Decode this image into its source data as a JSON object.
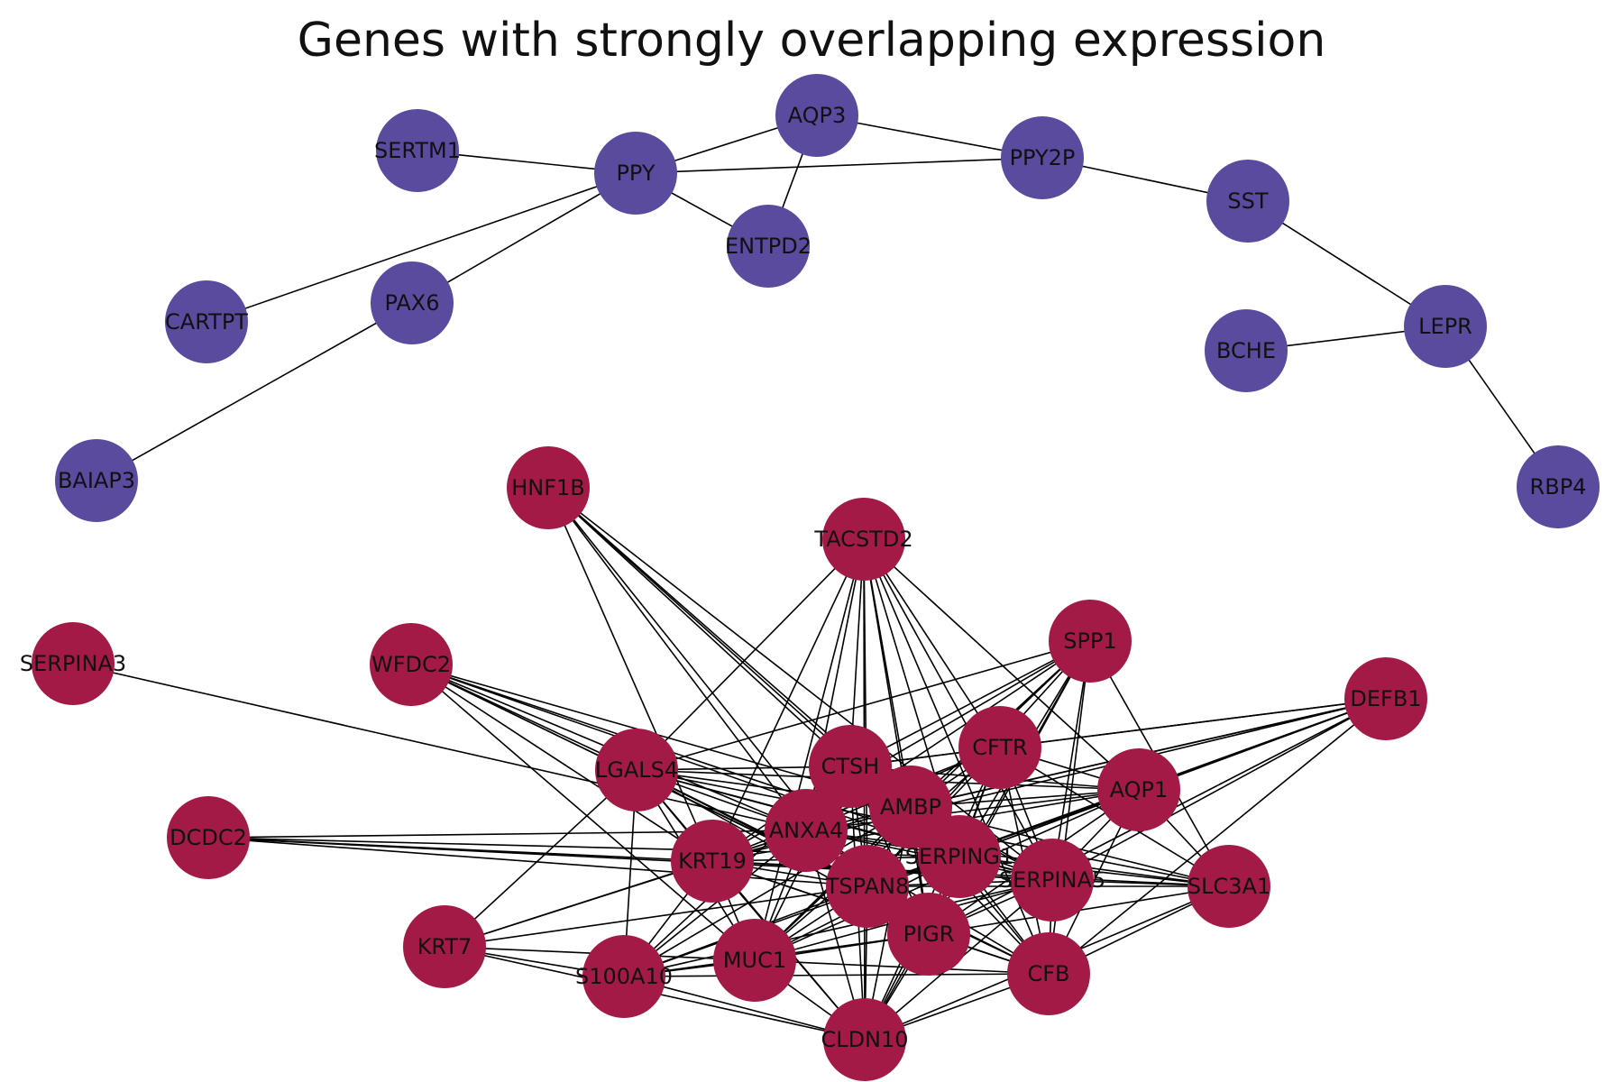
{
  "title": "Genes with strongly overlapping expression",
  "colors": {
    "cluster_blue": "#5a4b9f",
    "cluster_red": "#a31a46",
    "edge": "#000000",
    "background": "#ffffff"
  },
  "nodes": [
    {
      "id": "SERTM1",
      "cluster": "blue"
    },
    {
      "id": "PPY",
      "cluster": "blue"
    },
    {
      "id": "AQP3",
      "cluster": "blue"
    },
    {
      "id": "PPY2P",
      "cluster": "blue"
    },
    {
      "id": "SST",
      "cluster": "blue"
    },
    {
      "id": "ENTPD2",
      "cluster": "blue"
    },
    {
      "id": "CARTPT",
      "cluster": "blue"
    },
    {
      "id": "PAX6",
      "cluster": "blue"
    },
    {
      "id": "LEPR",
      "cluster": "blue"
    },
    {
      "id": "BCHE",
      "cluster": "blue"
    },
    {
      "id": "BAIAP3",
      "cluster": "blue"
    },
    {
      "id": "RBP4",
      "cluster": "blue"
    },
    {
      "id": "HNF1B",
      "cluster": "red"
    },
    {
      "id": "TACSTD2",
      "cluster": "red"
    },
    {
      "id": "SPP1",
      "cluster": "red"
    },
    {
      "id": "SERPINA3",
      "cluster": "red"
    },
    {
      "id": "WFDC2",
      "cluster": "red"
    },
    {
      "id": "DEFB1",
      "cluster": "red"
    },
    {
      "id": "LGALS4",
      "cluster": "red"
    },
    {
      "id": "CTSH",
      "cluster": "red"
    },
    {
      "id": "CFTR",
      "cluster": "red"
    },
    {
      "id": "AQP1",
      "cluster": "red"
    },
    {
      "id": "AMBP",
      "cluster": "red"
    },
    {
      "id": "ANXA4",
      "cluster": "red"
    },
    {
      "id": "DCDC2",
      "cluster": "red"
    },
    {
      "id": "SERPING1",
      "cluster": "red"
    },
    {
      "id": "KRT19",
      "cluster": "red"
    },
    {
      "id": "SERPINA5",
      "cluster": "red"
    },
    {
      "id": "SLC3A1",
      "cluster": "red"
    },
    {
      "id": "TSPAN8",
      "cluster": "red"
    },
    {
      "id": "PIGR",
      "cluster": "red"
    },
    {
      "id": "KRT7",
      "cluster": "red"
    },
    {
      "id": "MUC1",
      "cluster": "red"
    },
    {
      "id": "S100A10",
      "cluster": "red"
    },
    {
      "id": "CFB",
      "cluster": "red"
    },
    {
      "id": "CLDN10",
      "cluster": "red"
    }
  ],
  "edges": [
    [
      "SERTM1",
      "PPY"
    ],
    [
      "PPY",
      "AQP3"
    ],
    [
      "PPY",
      "PPY2P"
    ],
    [
      "PPY",
      "ENTPD2"
    ],
    [
      "PPY",
      "CARTPT"
    ],
    [
      "PPY",
      "PAX6"
    ],
    [
      "AQP3",
      "ENTPD2"
    ],
    [
      "AQP3",
      "PPY2P"
    ],
    [
      "PPY2P",
      "SST"
    ],
    [
      "SST",
      "LEPR"
    ],
    [
      "LEPR",
      "BCHE"
    ],
    [
      "LEPR",
      "RBP4"
    ],
    [
      "PAX6",
      "BAIAP3"
    ],
    [
      "SERPINA3",
      "ANXA4"
    ],
    [
      "HNF1B",
      "CTSH"
    ],
    [
      "HNF1B",
      "ANXA4"
    ],
    [
      "HNF1B",
      "KRT19"
    ],
    [
      "HNF1B",
      "TSPAN8"
    ],
    [
      "HNF1B",
      "AMBP"
    ],
    [
      "HNF1B",
      "SERPING1"
    ],
    [
      "HNF1B",
      "SERPINA5"
    ],
    [
      "TACSTD2",
      "LGALS4"
    ],
    [
      "TACSTD2",
      "CTSH"
    ],
    [
      "TACSTD2",
      "ANXA4"
    ],
    [
      "TACSTD2",
      "KRT19"
    ],
    [
      "TACSTD2",
      "TSPAN8"
    ],
    [
      "TACSTD2",
      "AMBP"
    ],
    [
      "TACSTD2",
      "SERPING1"
    ],
    [
      "TACSTD2",
      "CFTR"
    ],
    [
      "TACSTD2",
      "AQP1"
    ],
    [
      "TACSTD2",
      "SERPINA5"
    ],
    [
      "TACSTD2",
      "MUC1"
    ],
    [
      "TACSTD2",
      "CLDN10"
    ],
    [
      "TACSTD2",
      "PIGR"
    ],
    [
      "TACSTD2",
      "CFB"
    ],
    [
      "SPP1",
      "LGALS4"
    ],
    [
      "SPP1",
      "CTSH"
    ],
    [
      "SPP1",
      "AMBP"
    ],
    [
      "SPP1",
      "ANXA4"
    ],
    [
      "SPP1",
      "SERPING1"
    ],
    [
      "SPP1",
      "SERPINA5"
    ],
    [
      "SPP1",
      "TSPAN8"
    ],
    [
      "SPP1",
      "PIGR"
    ],
    [
      "SPP1",
      "SLC3A1"
    ],
    [
      "SPP1",
      "CFB"
    ],
    [
      "SPP1",
      "KRT19"
    ],
    [
      "SPP1",
      "MUC1"
    ],
    [
      "SPP1",
      "CLDN10"
    ],
    [
      "WFDC2",
      "LGALS4"
    ],
    [
      "WFDC2",
      "ANXA4"
    ],
    [
      "WFDC2",
      "KRT19"
    ],
    [
      "WFDC2",
      "TSPAN8"
    ],
    [
      "WFDC2",
      "SERPING1"
    ],
    [
      "WFDC2",
      "SERPINA5"
    ],
    [
      "WFDC2",
      "CFB"
    ],
    [
      "WFDC2",
      "AMBP"
    ],
    [
      "WFDC2",
      "MUC1"
    ],
    [
      "DEFB1",
      "CFTR"
    ],
    [
      "DEFB1",
      "AQP1"
    ],
    [
      "DEFB1",
      "SERPING1"
    ],
    [
      "DEFB1",
      "AMBP"
    ],
    [
      "DEFB1",
      "SERPINA5"
    ],
    [
      "DEFB1",
      "TSPAN8"
    ],
    [
      "DEFB1",
      "ANXA4"
    ],
    [
      "DEFB1",
      "CTSH"
    ],
    [
      "DEFB1",
      "PIGR"
    ],
    [
      "DEFB1",
      "CFB"
    ],
    [
      "DEFB1",
      "KRT19"
    ],
    [
      "LGALS4",
      "CTSH"
    ],
    [
      "LGALS4",
      "ANXA4"
    ],
    [
      "LGALS4",
      "AMBP"
    ],
    [
      "LGALS4",
      "KRT19"
    ],
    [
      "LGALS4",
      "TSPAN8"
    ],
    [
      "LGALS4",
      "SERPING1"
    ],
    [
      "LGALS4",
      "SERPINA5"
    ],
    [
      "LGALS4",
      "SLC3A1"
    ],
    [
      "LGALS4",
      "PIGR"
    ],
    [
      "LGALS4",
      "MUC1"
    ],
    [
      "LGALS4",
      "CFB"
    ],
    [
      "LGALS4",
      "KRT7"
    ],
    [
      "LGALS4",
      "S100A10"
    ],
    [
      "LGALS4",
      "CLDN10"
    ],
    [
      "LGALS4",
      "AQP1"
    ],
    [
      "CTSH",
      "AMBP"
    ],
    [
      "CTSH",
      "ANXA4"
    ],
    [
      "CTSH",
      "CFTR"
    ],
    [
      "CTSH",
      "AQP1"
    ],
    [
      "CTSH",
      "KRT19"
    ],
    [
      "CTSH",
      "TSPAN8"
    ],
    [
      "CTSH",
      "SERPING1"
    ],
    [
      "CTSH",
      "SERPINA5"
    ],
    [
      "CTSH",
      "PIGR"
    ],
    [
      "CTSH",
      "MUC1"
    ],
    [
      "CTSH",
      "CLDN10"
    ],
    [
      "CTSH",
      "S100A10"
    ],
    [
      "CTSH",
      "CFB"
    ],
    [
      "CFTR",
      "AMBP"
    ],
    [
      "CFTR",
      "ANXA4"
    ],
    [
      "CFTR",
      "AQP1"
    ],
    [
      "CFTR",
      "SERPING1"
    ],
    [
      "CFTR",
      "SERPINA5"
    ],
    [
      "CFTR",
      "SLC3A1"
    ],
    [
      "CFTR",
      "KRT19"
    ],
    [
      "CFTR",
      "TSPAN8"
    ],
    [
      "CFTR",
      "PIGR"
    ],
    [
      "CFTR",
      "CFB"
    ],
    [
      "CFTR",
      "MUC1"
    ],
    [
      "CFTR",
      "CLDN10"
    ],
    [
      "AQP1",
      "AMBP"
    ],
    [
      "AQP1",
      "SERPING1"
    ],
    [
      "AQP1",
      "SERPINA5"
    ],
    [
      "AQP1",
      "SLC3A1"
    ],
    [
      "AQP1",
      "ANXA4"
    ],
    [
      "AQP1",
      "KRT19"
    ],
    [
      "AQP1",
      "TSPAN8"
    ],
    [
      "AQP1",
      "PIGR"
    ],
    [
      "AQP1",
      "CFB"
    ],
    [
      "AQP1",
      "MUC1"
    ],
    [
      "AMBP",
      "ANXA4"
    ],
    [
      "AMBP",
      "SERPING1"
    ],
    [
      "AMBP",
      "KRT19"
    ],
    [
      "AMBP",
      "TSPAN8"
    ],
    [
      "AMBP",
      "SERPINA5"
    ],
    [
      "AMBP",
      "SLC3A1"
    ],
    [
      "AMBP",
      "PIGR"
    ],
    [
      "AMBP",
      "MUC1"
    ],
    [
      "AMBP",
      "CFB"
    ],
    [
      "AMBP",
      "CLDN10"
    ],
    [
      "AMBP",
      "S100A10"
    ],
    [
      "ANXA4",
      "SERPING1"
    ],
    [
      "ANXA4",
      "KRT19"
    ],
    [
      "ANXA4",
      "TSPAN8"
    ],
    [
      "ANXA4",
      "SERPINA5"
    ],
    [
      "ANXA4",
      "SLC3A1"
    ],
    [
      "ANXA4",
      "PIGR"
    ],
    [
      "ANXA4",
      "MUC1"
    ],
    [
      "ANXA4",
      "CFB"
    ],
    [
      "ANXA4",
      "CLDN10"
    ],
    [
      "ANXA4",
      "S100A10"
    ],
    [
      "ANXA4",
      "KRT7"
    ],
    [
      "ANXA4",
      "DCDC2"
    ],
    [
      "DCDC2",
      "KRT19"
    ],
    [
      "DCDC2",
      "SERPING1"
    ],
    [
      "DCDC2",
      "SERPINA5"
    ],
    [
      "DCDC2",
      "TSPAN8"
    ],
    [
      "SERPING1",
      "KRT19"
    ],
    [
      "SERPING1",
      "TSPAN8"
    ],
    [
      "SERPING1",
      "SERPINA5"
    ],
    [
      "SERPING1",
      "SLC3A1"
    ],
    [
      "SERPING1",
      "PIGR"
    ],
    [
      "SERPING1",
      "MUC1"
    ],
    [
      "SERPING1",
      "CFB"
    ],
    [
      "SERPING1",
      "CLDN10"
    ],
    [
      "SERPING1",
      "S100A10"
    ],
    [
      "KRT19",
      "TSPAN8"
    ],
    [
      "KRT19",
      "SERPINA5"
    ],
    [
      "KRT19",
      "SLC3A1"
    ],
    [
      "KRT19",
      "PIGR"
    ],
    [
      "KRT19",
      "MUC1"
    ],
    [
      "KRT19",
      "S100A10"
    ],
    [
      "KRT19",
      "CLDN10"
    ],
    [
      "KRT19",
      "KRT7"
    ],
    [
      "KRT19",
      "CFB"
    ],
    [
      "SERPINA5",
      "SLC3A1"
    ],
    [
      "SERPINA5",
      "TSPAN8"
    ],
    [
      "SERPINA5",
      "PIGR"
    ],
    [
      "SERPINA5",
      "CFB"
    ],
    [
      "SERPINA5",
      "MUC1"
    ],
    [
      "SERPINA5",
      "CLDN10"
    ],
    [
      "SERPINA5",
      "S100A10"
    ],
    [
      "SLC3A1",
      "TSPAN8"
    ],
    [
      "SLC3A1",
      "PIGR"
    ],
    [
      "SLC3A1",
      "CFB"
    ],
    [
      "SLC3A1",
      "CLDN10"
    ],
    [
      "TSPAN8",
      "PIGR"
    ],
    [
      "TSPAN8",
      "MUC1"
    ],
    [
      "TSPAN8",
      "CFB"
    ],
    [
      "TSPAN8",
      "CLDN10"
    ],
    [
      "TSPAN8",
      "S100A10"
    ],
    [
      "TSPAN8",
      "KRT7"
    ],
    [
      "PIGR",
      "MUC1"
    ],
    [
      "PIGR",
      "CFB"
    ],
    [
      "PIGR",
      "CLDN10"
    ],
    [
      "PIGR",
      "S100A10"
    ],
    [
      "KRT7",
      "MUC1"
    ],
    [
      "KRT7",
      "S100A10"
    ],
    [
      "KRT7",
      "CLDN10"
    ],
    [
      "MUC1",
      "S100A10"
    ],
    [
      "MUC1",
      "CLDN10"
    ],
    [
      "MUC1",
      "CFB"
    ],
    [
      "S100A10",
      "CLDN10"
    ],
    [
      "S100A10",
      "CFB"
    ],
    [
      "CFB",
      "CLDN10"
    ]
  ]
}
